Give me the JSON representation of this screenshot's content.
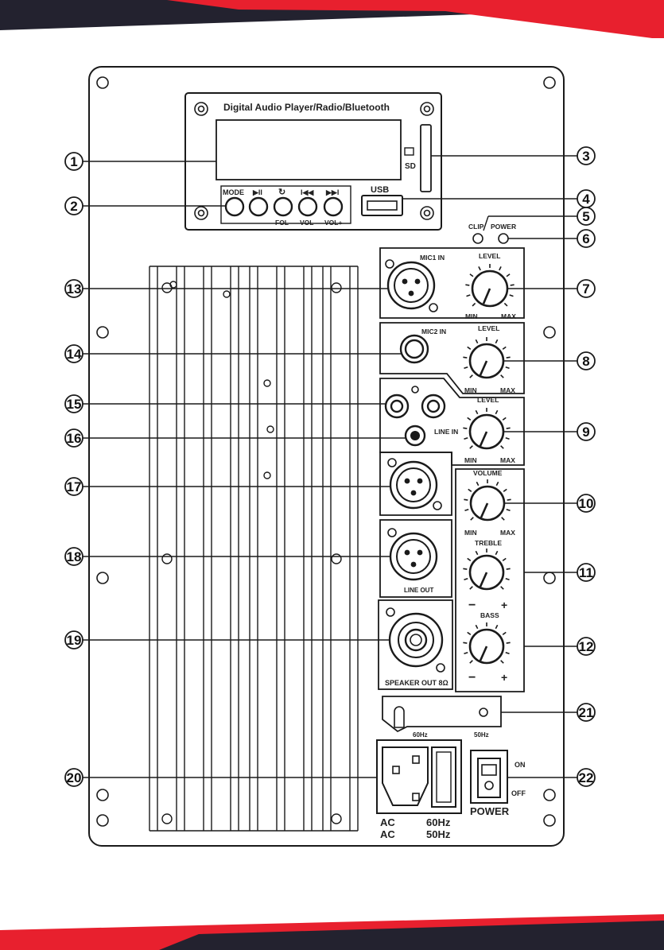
{
  "colors": {
    "red": "#e8202e",
    "dark": "#23222f",
    "line": "#1a1a1a",
    "panel": "#ffffff"
  },
  "player": {
    "title": "Digital Audio Player/Radio/Bluetooth",
    "usb_label": "USB",
    "sd_label": "SD",
    "buttons": {
      "mode": "MODE",
      "play_pause": "▶II",
      "repeat": "↻",
      "prev": "I◀◀",
      "next": "▶▶I"
    },
    "sublabels": {
      "fol": "FOL",
      "vol_minus": "VOL-",
      "vol_plus": "VOL+"
    }
  },
  "indicators": {
    "clip": "CLIP",
    "power": "POWER"
  },
  "mic1": {
    "label": "MIC1 IN",
    "level": "LEVEL",
    "min": "MIN",
    "max": "MAX"
  },
  "mic2": {
    "label": "MIC2 IN",
    "level": "LEVEL",
    "min": "MIN",
    "max": "MAX"
  },
  "line_in": {
    "label": "LINE IN",
    "level": "LEVEL",
    "min": "MIN",
    "max": "MAX"
  },
  "volume": {
    "label": "VOLUME",
    "min": "MIN",
    "max": "MAX"
  },
  "treble": {
    "label": "TREBLE",
    "minus": "−",
    "plus": "+"
  },
  "bass": {
    "label": "BASS",
    "minus": "−",
    "plus": "+"
  },
  "line_out": {
    "label": "LINE OUT"
  },
  "speaker_out": {
    "label": "SPEAKER OUT 8Ω"
  },
  "voltage_switch": {
    "left": "60Hz",
    "right": "50Hz"
  },
  "ac": {
    "ac1": "AC",
    "ac2": "AC",
    "hz1": "60Hz",
    "hz2": "50Hz"
  },
  "power_switch": {
    "on": "ON",
    "off": "OFF",
    "label": "POWER"
  },
  "callouts": [
    "1",
    "2",
    "3",
    "4",
    "5",
    "6",
    "7",
    "8",
    "9",
    "10",
    "11",
    "12",
    "13",
    "14",
    "15",
    "16",
    "17",
    "18",
    "19",
    "20",
    "21",
    "22"
  ]
}
